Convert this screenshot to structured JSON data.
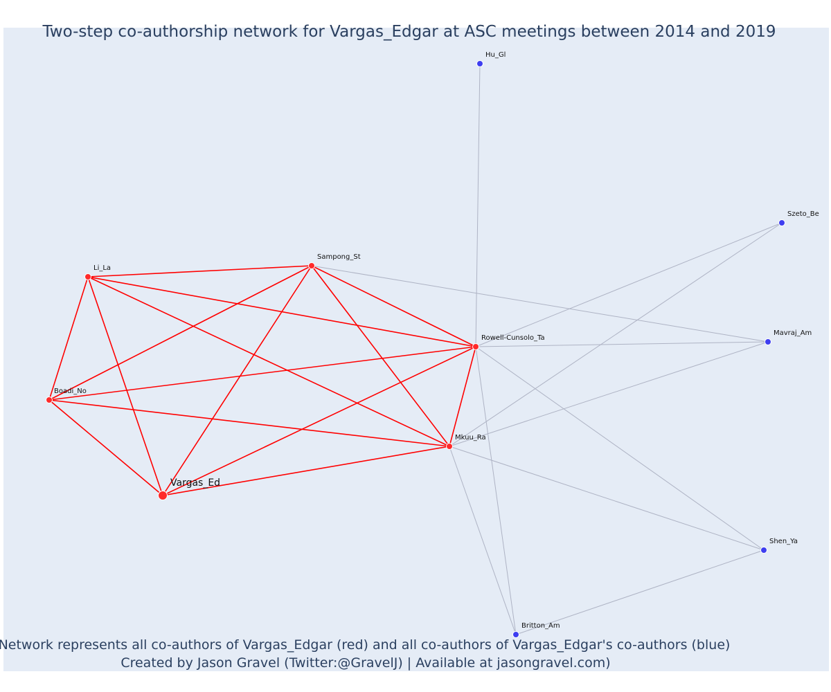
{
  "title": "Two-step co-authorship network for Vargas_Edgar at ASC meetings between 2014 and 2019",
  "caption_line1": "Network represents all co-authors of Vargas_Edgar (red) and all co-authors of Vargas_Edgar's co-authors (blue)",
  "caption_line2": "Created by Jason Gravel (Twitter:@GravelJ) | Available at jasongravel.com)",
  "colors": {
    "plot_background": "#e5ecf6",
    "direct_coauthor": "#ff2a2a",
    "second_step_coauthor": "#3e3ef0",
    "direct_edge": "#ff0000",
    "second_step_edge": "#aeb3c4",
    "text": "#2a3f5f"
  },
  "nodes": [
    {
      "id": "Vargas_Ed",
      "label": "Vargas_Ed",
      "group": "focal"
    },
    {
      "id": "Li_La",
      "label": "Li_La",
      "group": "direct"
    },
    {
      "id": "Sampong_St",
      "label": "Sampong_St",
      "group": "direct"
    },
    {
      "id": "Boadi_No",
      "label": "Boadi_No",
      "group": "direct"
    },
    {
      "id": "Rowell-Cunsolo_Ta",
      "label": "Rowell-Cunsolo_Ta",
      "group": "direct"
    },
    {
      "id": "Mkuu_Ra",
      "label": "Mkuu_Ra",
      "group": "direct"
    },
    {
      "id": "Hu_Gl",
      "label": "Hu_Gl",
      "group": "second"
    },
    {
      "id": "Szeto_Be",
      "label": "Szeto_Be",
      "group": "second"
    },
    {
      "id": "Mavraj_Am",
      "label": "Mavraj_Am",
      "group": "second"
    },
    {
      "id": "Shen_Ya",
      "label": "Shen_Ya",
      "group": "second"
    },
    {
      "id": "Britton_Am",
      "label": "Britton_Am",
      "group": "second"
    }
  ],
  "edges": [
    {
      "source": "Vargas_Ed",
      "target": "Li_La",
      "group": "direct"
    },
    {
      "source": "Vargas_Ed",
      "target": "Sampong_St",
      "group": "direct"
    },
    {
      "source": "Vargas_Ed",
      "target": "Boadi_No",
      "group": "direct"
    },
    {
      "source": "Vargas_Ed",
      "target": "Rowell-Cunsolo_Ta",
      "group": "direct"
    },
    {
      "source": "Vargas_Ed",
      "target": "Mkuu_Ra",
      "group": "direct"
    },
    {
      "source": "Li_La",
      "target": "Sampong_St",
      "group": "direct"
    },
    {
      "source": "Li_La",
      "target": "Boadi_No",
      "group": "direct"
    },
    {
      "source": "Li_La",
      "target": "Rowell-Cunsolo_Ta",
      "group": "direct"
    },
    {
      "source": "Li_La",
      "target": "Mkuu_Ra",
      "group": "direct"
    },
    {
      "source": "Sampong_St",
      "target": "Boadi_No",
      "group": "direct"
    },
    {
      "source": "Sampong_St",
      "target": "Rowell-Cunsolo_Ta",
      "group": "direct"
    },
    {
      "source": "Sampong_St",
      "target": "Mkuu_Ra",
      "group": "direct"
    },
    {
      "source": "Boadi_No",
      "target": "Rowell-Cunsolo_Ta",
      "group": "direct"
    },
    {
      "source": "Boadi_No",
      "target": "Mkuu_Ra",
      "group": "direct"
    },
    {
      "source": "Rowell-Cunsolo_Ta",
      "target": "Mkuu_Ra",
      "group": "direct"
    },
    {
      "source": "Rowell-Cunsolo_Ta",
      "target": "Hu_Gl",
      "group": "second"
    },
    {
      "source": "Rowell-Cunsolo_Ta",
      "target": "Szeto_Be",
      "group": "second"
    },
    {
      "source": "Rowell-Cunsolo_Ta",
      "target": "Mavraj_Am",
      "group": "second"
    },
    {
      "source": "Rowell-Cunsolo_Ta",
      "target": "Shen_Ya",
      "group": "second"
    },
    {
      "source": "Rowell-Cunsolo_Ta",
      "target": "Britton_Am",
      "group": "second"
    },
    {
      "source": "Sampong_St",
      "target": "Mavraj_Am",
      "group": "second"
    },
    {
      "source": "Mkuu_Ra",
      "target": "Szeto_Be",
      "group": "second"
    },
    {
      "source": "Mkuu_Ra",
      "target": "Mavraj_Am",
      "group": "second"
    },
    {
      "source": "Mkuu_Ra",
      "target": "Shen_Ya",
      "group": "second"
    },
    {
      "source": "Mkuu_Ra",
      "target": "Britton_Am",
      "group": "second"
    },
    {
      "source": "Shen_Ya",
      "target": "Britton_Am",
      "group": "second"
    }
  ]
}
